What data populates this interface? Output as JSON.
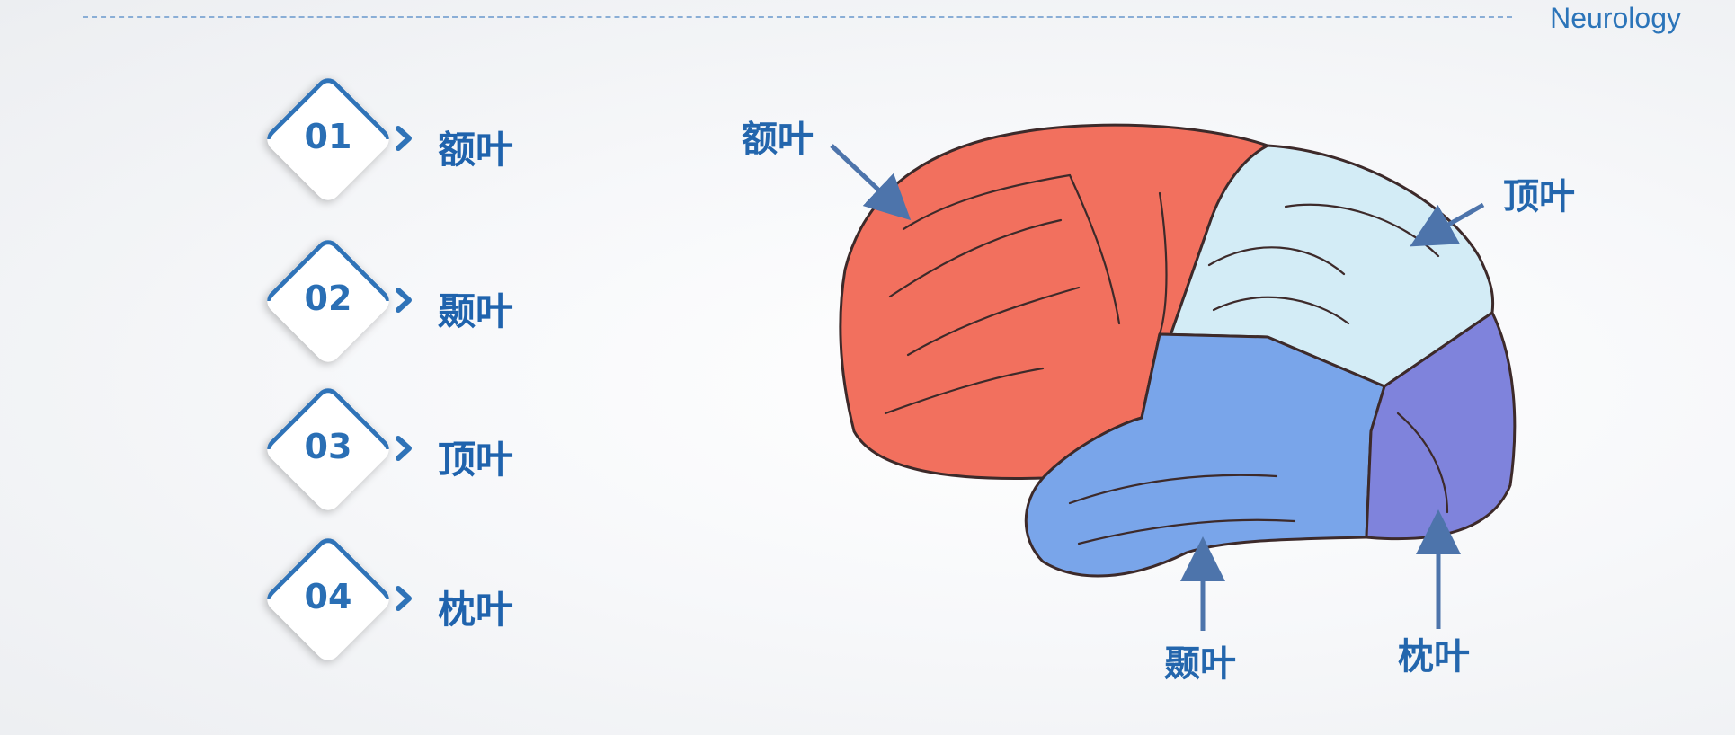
{
  "header": {
    "label": "Neurology"
  },
  "lobes": [
    {
      "number": "01",
      "name": "额叶"
    },
    {
      "number": "02",
      "name": "颞叶"
    },
    {
      "number": "03",
      "name": "顶叶"
    },
    {
      "number": "04",
      "name": "枕叶"
    }
  ],
  "diagram": {
    "labels": {
      "frontal": "额叶",
      "parietal": "顶叶",
      "temporal": "颞叶",
      "occipital": "枕叶"
    },
    "colors": {
      "frontal": "#f2705e",
      "parietal": "#d3ecf6",
      "temporal": "#79a5ea",
      "occipital": "#7f83dc",
      "accent": "#2366ad",
      "arrow": "#4d74ab"
    }
  }
}
